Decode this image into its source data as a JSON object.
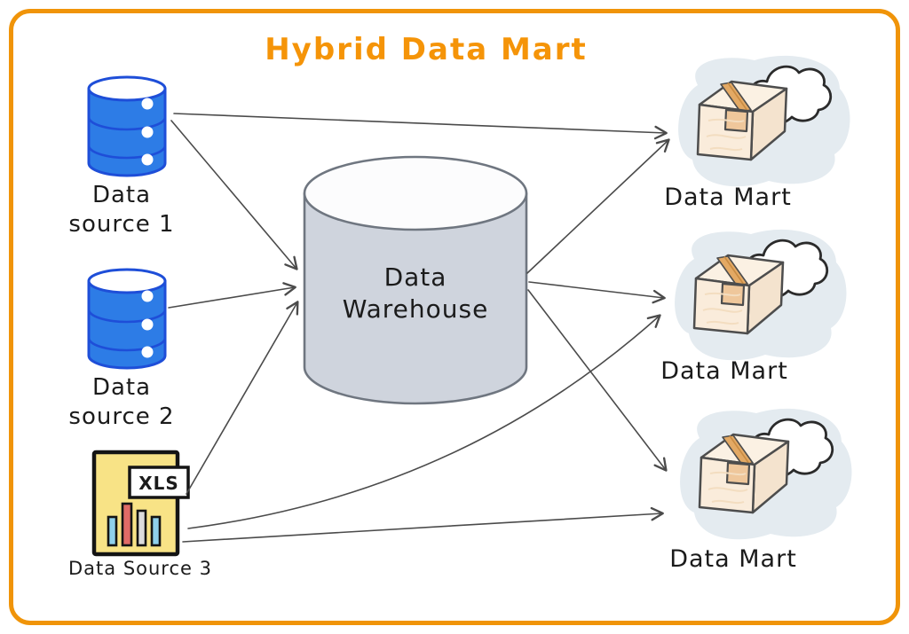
{
  "title": "Hybrid Data Mart",
  "colors": {
    "frame_border": "#F09409",
    "title_text": "#F59408",
    "database_fill": "#2D7CE6",
    "database_stroke": "#1E4ED8",
    "warehouse_fill": "#CFD4DD",
    "warehouse_stroke": "#6F7680",
    "file_fill": "#F8E386",
    "file_stroke": "#141414",
    "bar_blue": "#8FD0EC",
    "bar_red": "#E06B66",
    "bar_gray": "#DCDCDC",
    "box_front": "#FAECDB",
    "box_side": "#F4E3CE",
    "box_top": "#FBF1E3",
    "box_tape": "#E3A964",
    "box_flap": "#EFC79B",
    "blob_fill": "#E4EBF0",
    "cloud_fill": "#FFFFFF",
    "arrow": "#4B4B4B",
    "label_text": "#1B1B1B"
  },
  "nodes": {
    "source1": {
      "type": "database",
      "label_lines": [
        "Data",
        "source 1"
      ]
    },
    "source2": {
      "type": "database",
      "label_lines": [
        "Data",
        "source 2"
      ]
    },
    "source3": {
      "type": "xls-file",
      "label": "Data Source 3",
      "badge": "XLS"
    },
    "warehouse": {
      "type": "cylinder",
      "label_lines": [
        "Data",
        "Warehouse"
      ]
    },
    "mart1": {
      "type": "package-box-cloud",
      "label": "Data Mart"
    },
    "mart2": {
      "type": "package-box-cloud",
      "label": "Data Mart"
    },
    "mart3": {
      "type": "package-box-cloud",
      "label": "Data Mart"
    }
  },
  "edges": [
    {
      "from": "source1",
      "to": "mart1"
    },
    {
      "from": "source1",
      "to": "warehouse"
    },
    {
      "from": "source2",
      "to": "warehouse"
    },
    {
      "from": "source3",
      "to": "warehouse"
    },
    {
      "from": "source3",
      "to": "mart2"
    },
    {
      "from": "source3",
      "to": "mart3"
    },
    {
      "from": "warehouse",
      "to": "mart1"
    },
    {
      "from": "warehouse",
      "to": "mart2"
    },
    {
      "from": "warehouse",
      "to": "mart3"
    }
  ]
}
